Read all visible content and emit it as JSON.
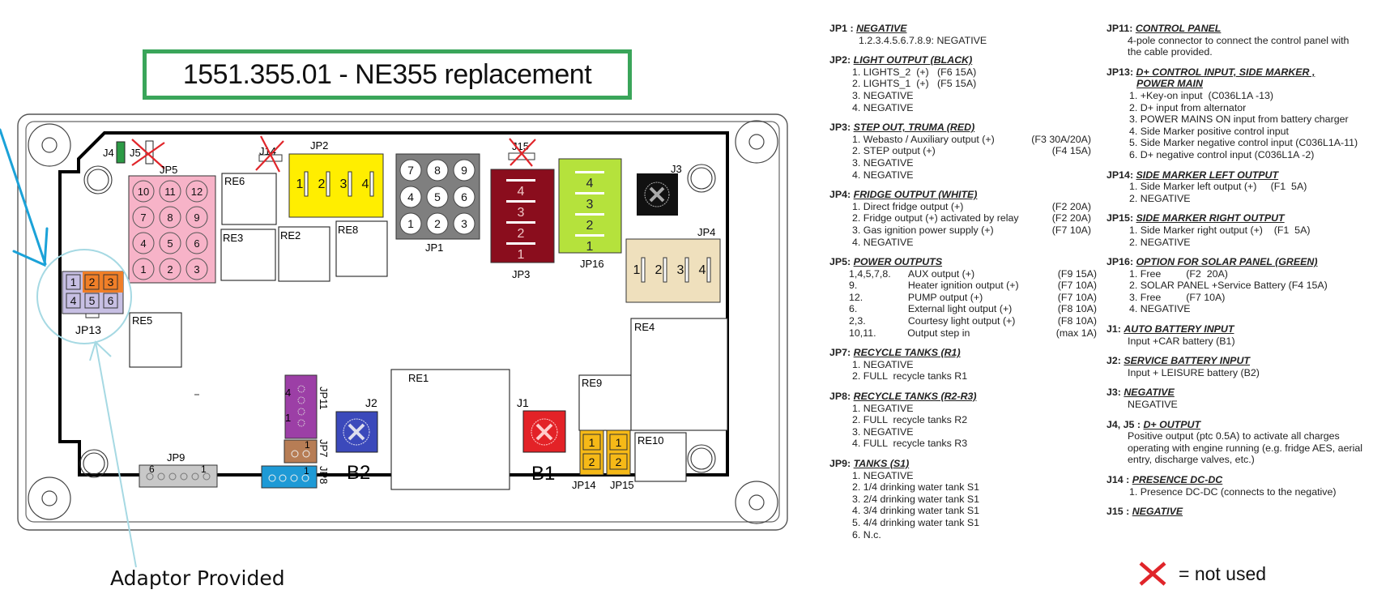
{
  "title": "1551.355.01 - NE355 replacement",
  "annotation": {
    "adaptor_label": "Adaptor Provided"
  },
  "board": {
    "labels": {
      "J4": "J4",
      "J5": "J5",
      "J14": "J14",
      "J15": "J15",
      "JP1": "JP1",
      "JP2": "JP2",
      "JP3": "JP3",
      "JP4": "JP4",
      "JP5": "JP5",
      "JP7": "JP7",
      "JP8": "JP8",
      "JP9": "JP9",
      "JP11": "JP11",
      "JP13": "JP13",
      "JP14": "JP14",
      "JP15": "JP15",
      "JP16": "JP16",
      "J1": "J1",
      "J2": "J2",
      "J3": "J3",
      "B1": "B1",
      "B2": "B2",
      "RE1": "RE1",
      "RE2": "RE2",
      "RE3": "RE3",
      "RE4": "RE4",
      "RE5": "RE5",
      "RE6": "RE6",
      "RE8": "RE8",
      "RE9": "RE9",
      "RE10": "RE10"
    },
    "jp5_pins": [
      "10",
      "11",
      "12",
      "7",
      "8",
      "9",
      "4",
      "5",
      "6",
      "1",
      "2",
      "3"
    ],
    "jp1_pins": [
      "7",
      "8",
      "9",
      "4",
      "5",
      "6",
      "1",
      "2",
      "3"
    ],
    "jp2_pins": [
      "1",
      "2",
      "3",
      "4"
    ],
    "jp4_pins": [
      "1",
      "2",
      "3",
      "4"
    ],
    "jp3_pins": [
      "4",
      "3",
      "2",
      "1"
    ],
    "jp16_pins": [
      "4",
      "3",
      "2",
      "1"
    ],
    "jp13_pins": [
      "1",
      "2",
      "3",
      "4",
      "5",
      "6"
    ],
    "jp14_pins": [
      "1",
      "2"
    ],
    "jp15_pins": [
      "1",
      "2"
    ],
    "jp11_pin_marks": [
      "4",
      "1"
    ],
    "jp9_pin_marks": [
      "6",
      "1"
    ],
    "jp7_pin_mark": "1",
    "jp8_pin_mark": "1",
    "not_used": [
      "J5",
      "J14",
      "J15"
    ],
    "colors": {
      "jp5": "#f7b3c8",
      "jp2": "#ffee00",
      "jp1": "#7f7f7f",
      "jp3": "#8a0d1d",
      "jp16": "#b5e23c",
      "jp4": "#efe0bd",
      "jp13_lav": "#c7bfe3",
      "jp13_orange": "#f07f28",
      "jp14_15": "#f6b917",
      "jp11": "#9c3fa6",
      "jp7": "#b77d55",
      "jp8": "#1e9ad6",
      "jp9": "#c8c8c8",
      "j1": "#e32227",
      "j2": "#3b49bb",
      "j3": "#111111",
      "j4": "#2c9a45",
      "title_border": "#3aa55a",
      "arrow_dark": "#1ba2d8",
      "arrow_light": "#a6d9e3",
      "cross": "#e0252a"
    }
  },
  "legend_left": [
    {
      "id": "JP1",
      "code": "JP1 : ",
      "title": "NEGATIVE",
      "items": [
        "1.2.3.4.5.6.7.8.9: NEGATIVE"
      ]
    },
    {
      "id": "JP2",
      "code": "JP2: ",
      "title": "LIGHT OUTPUT (BLACK)",
      "items": [
        "1. LIGHTS_2  (+)   (F6 15A)",
        "2. LIGHTS_1  (+)   (F5 15A)",
        "3. NEGATIVE",
        "4. NEGATIVE"
      ]
    },
    {
      "id": "JP3",
      "code": "JP3: ",
      "title": "STEP OUT, TRUMA (RED)",
      "fused": [
        {
          "text": "1. Webasto / Auxiliary output (+)",
          "fuse": "(F3 30A/20A)"
        },
        {
          "text": "2. STEP output (+)",
          "fuse": "(F4 15A)"
        },
        {
          "text": "3. NEGATIVE",
          "fuse": ""
        },
        {
          "text": "4. NEGATIVE",
          "fuse": ""
        }
      ]
    },
    {
      "id": "JP4",
      "code": "JP4: ",
      "title": "FRIDGE OUTPUT (WHITE)",
      "fused": [
        {
          "text": "1. Direct fridge output (+)",
          "fuse": "(F2 20A)"
        },
        {
          "text": "2. Fridge output (+) activated by relay",
          "fuse": "(F2 20A)"
        },
        {
          "text": "3. Gas ignition power supply (+)",
          "fuse": "(F7 10A)"
        },
        {
          "text": "4. NEGATIVE",
          "fuse": ""
        }
      ]
    },
    {
      "id": "JP5",
      "code": "JP5: ",
      "title": "POWER OUTPUTS",
      "rows": [
        {
          "pins": "1,4,5,7,8.",
          "desc": "AUX output (+)",
          "fuse": "(F9 15A)"
        },
        {
          "pins": "9.",
          "desc": "Heater ignition output (+)",
          "fuse": "(F7 10A)"
        },
        {
          "pins": "12.",
          "desc": "PUMP output (+)",
          "fuse": "(F7 10A)"
        },
        {
          "pins": "6.",
          "desc": "External light output (+)",
          "fuse": "(F8 10A)"
        },
        {
          "pins": "2,3.",
          "desc": "Courtesy light output (+)",
          "fuse": "(F8 10A)"
        },
        {
          "pins": "10,11.",
          "desc": "Output step in",
          "fuse": "(max 1A)"
        }
      ]
    },
    {
      "id": "JP7",
      "code": "JP7: ",
      "title": "RECYCLE TANKS  (R1)",
      "items": [
        "1. NEGATIVE",
        "2. FULL  recycle tanks R1"
      ]
    },
    {
      "id": "JP8",
      "code": "JP8: ",
      "title": "RECYCLE TANKS  (R2-R3)",
      "items": [
        "1. NEGATIVE",
        "2. FULL  recycle tanks R2",
        "3. NEGATIVE",
        "4. FULL  recycle tanks R3"
      ]
    },
    {
      "id": "JP9",
      "code": "JP9: ",
      "title": "TANKS (S1)",
      "items": [
        "1. NEGATIVE",
        "2. 1/4 drinking water tank S1",
        "3. 2/4 drinking water tank S1",
        "4. 3/4 drinking water tank S1",
        "5. 4/4 drinking water tank S1",
        "6. N.c."
      ]
    }
  ],
  "legend_right": [
    {
      "id": "JP11",
      "code": "JP11: ",
      "title": "CONTROL PANEL",
      "text": "4-pole connector to connect the control panel with the cable provided."
    },
    {
      "id": "JP13",
      "code": "JP13: ",
      "title": "D+ CONTROL INPUT, SIDE MARKER ,",
      "title2": "POWER MAIN",
      "items": [
        "1. +Key-on input  (C036L1A -13)",
        "2. D+ input from alternator",
        "3. POWER MAINS ON input from battery charger",
        "4. Side Marker positive control input",
        "5. Side Marker negative control input (C036L1A-11)",
        "6. D+ negative control input (C036L1A -2)"
      ]
    },
    {
      "id": "JP14",
      "code": "JP14: ",
      "title": "SIDE MARKER LEFT OUTPUT",
      "items": [
        "1. Side Marker left output (+)     (F1  5A)",
        "2. NEGATIVE"
      ]
    },
    {
      "id": "JP15",
      "code": "JP15: ",
      "title": "SIDE MARKER RIGHT OUTPUT",
      "items": [
        "1. Side Marker right output (+)    (F1  5A)",
        "2. NEGATIVE"
      ]
    },
    {
      "id": "JP16",
      "code": "JP16: ",
      "title": "OPTION FOR SOLAR PANEL (GREEN)",
      "items": [
        "1. Free         (F2  20A)",
        "2. SOLAR PANEL +Service Battery (F4 15A)",
        "3. Free         (F7 10A)",
        "4. NEGATIVE"
      ]
    },
    {
      "id": "J1",
      "code": "J1:  ",
      "title": "AUTO BATTERY INPUT",
      "text": "Input +CAR battery (B1)"
    },
    {
      "id": "J2",
      "code": "J2:  ",
      "title": "SERVICE BATTERY INPUT",
      "text": " Input + LEISURE battery (B2)"
    },
    {
      "id": "J3",
      "code": "J3:  ",
      "title": "NEGATIVE",
      "text": " NEGATIVE"
    },
    {
      "id": "J4J5",
      "code": "J4, J5 : ",
      "title": "D+ OUTPUT",
      "text": "Positive output (ptc 0.5A) to activate all charges operating with engine running (e.g. fridge AES, aerial entry, discharge valves, etc.)"
    },
    {
      "id": "J14",
      "code": "J14 : ",
      "title": "PRESENCE DC-DC",
      "items": [
        "1. Presence DC-DC (connects to the negative)"
      ]
    },
    {
      "id": "J15",
      "code": "J15 : ",
      "title": "NEGATIVE"
    }
  ],
  "not_used_label": "= not used"
}
